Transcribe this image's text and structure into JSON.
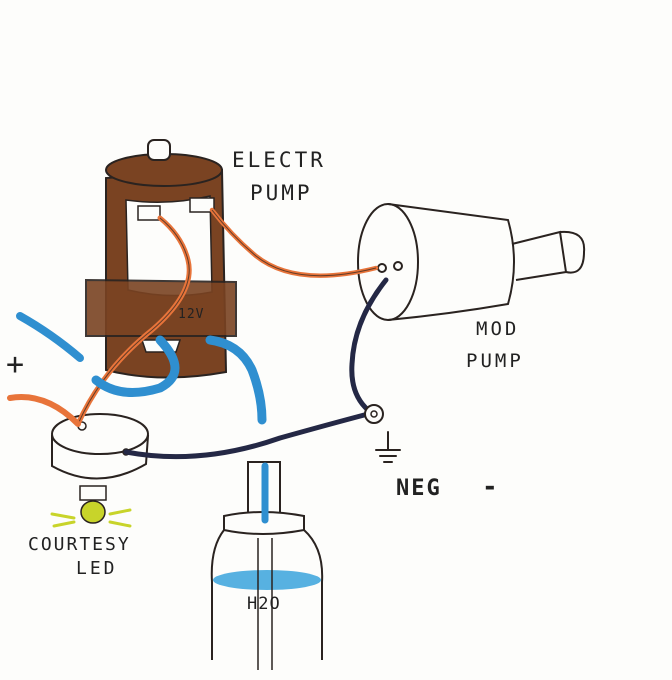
{
  "labels": {
    "electr": "ELECTR",
    "electr_pump": "PUMP",
    "voltage": "12V",
    "plus": "+",
    "mod": "MOD",
    "mod_pump": "PUMP",
    "neg": "NEG",
    "minus": "-",
    "courtesy": "COURTESY",
    "led": "LED",
    "water": "H2O"
  },
  "colors": {
    "ink": "#2a2320",
    "pump_body": "#7a4322",
    "wire_orange": "#e8743a",
    "wire_blue": "#2f8fd0",
    "wire_dark": "#242845",
    "water": "#3aa3dc",
    "led": "#c8d42a"
  }
}
